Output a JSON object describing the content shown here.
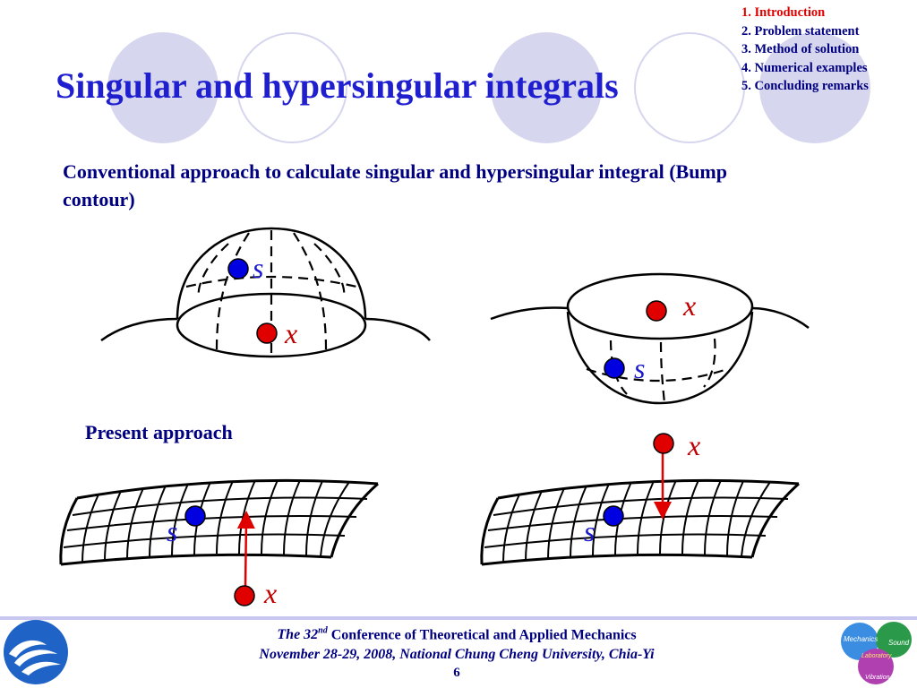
{
  "slide": {
    "title": "Singular and hypersingular integrals",
    "outline": [
      {
        "label": "1. Introduction",
        "active": true
      },
      {
        "label": "2. Problem statement",
        "active": false
      },
      {
        "label": "3. Method of solution",
        "active": false
      },
      {
        "label": "4. Numerical examples",
        "active": false
      },
      {
        "label": "5. Concluding remarks",
        "active": false
      }
    ],
    "subtitle": "Conventional approach to calculate singular and hypersingular integral (Bump contour)",
    "present_label": "Present approach"
  },
  "figures": {
    "source_label": "s",
    "field_label": "x",
    "colors": {
      "source": "#0000e0",
      "field": "#e00000",
      "arrow": "#e00000",
      "label_s": "#1a1ad0",
      "label_x": "#c00000"
    }
  },
  "footer": {
    "conf_pre": "The 32",
    "conf_sup": "nd",
    "conf_post": " Conference of Theoretical and Applied Mechanics",
    "dates": "November 28-29, 2008, National Chung Cheng University, Chia-Yi",
    "page": "6"
  },
  "logo_right": {
    "mechanics": "Mechanics",
    "sound": "Sound",
    "laboratory": "Laboratory",
    "vibration": "Vibration"
  }
}
